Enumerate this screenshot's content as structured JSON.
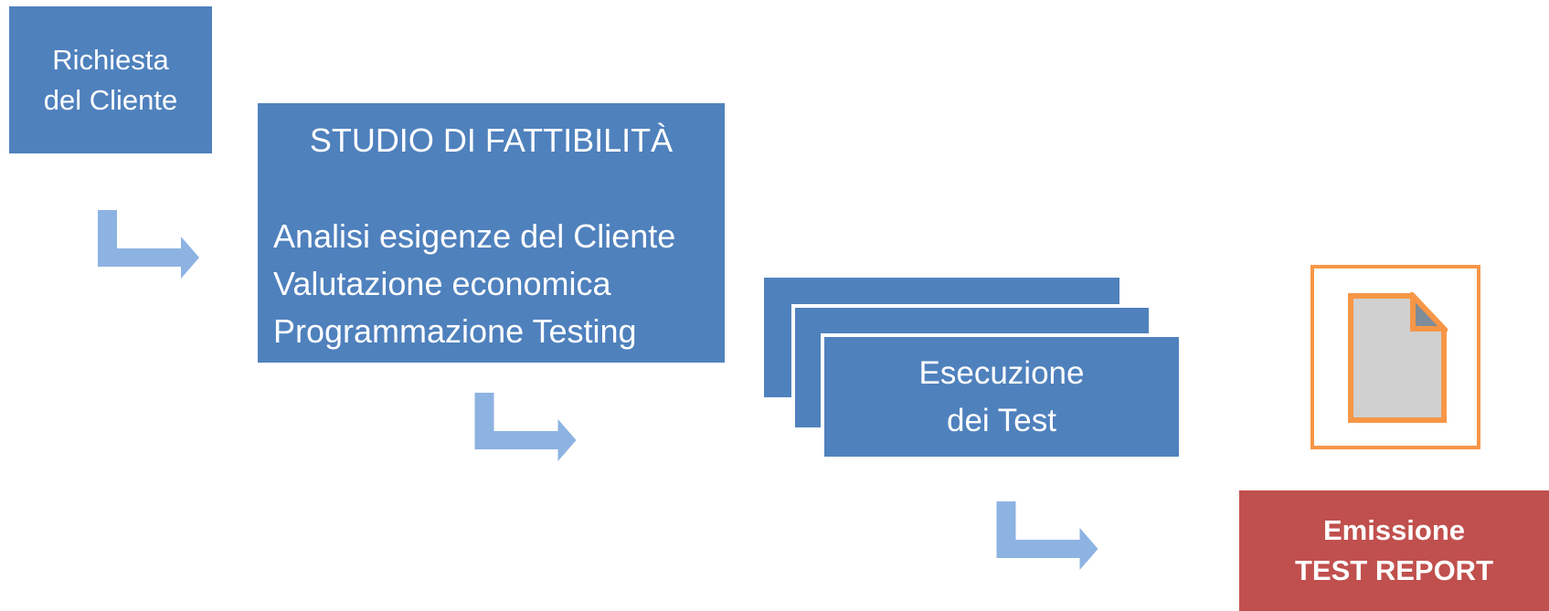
{
  "client_request": {
    "line1": "Richiesta",
    "line2": "del Cliente"
  },
  "feasibility": {
    "title": "STUDIO DI FATTIBILITÀ",
    "items": [
      "Analisi esigenze  del Cliente",
      "Valutazione economica",
      "Programmazione  Testing"
    ]
  },
  "execution": {
    "line1": "Esecuzione",
    "line2": "dei Test"
  },
  "report": {
    "line1": "Emissione",
    "line2": "TEST REPORT"
  },
  "icons": {
    "arrow": "bent-arrow-icon",
    "document": "document-icon"
  },
  "colors": {
    "box_blue": "#4f81bd",
    "arrow_light_blue": "#8db3e2",
    "report_red": "#c0504d",
    "document_orange": "#f79646",
    "document_fill": "#d0d0d0",
    "document_fold": "#7f8c99"
  }
}
